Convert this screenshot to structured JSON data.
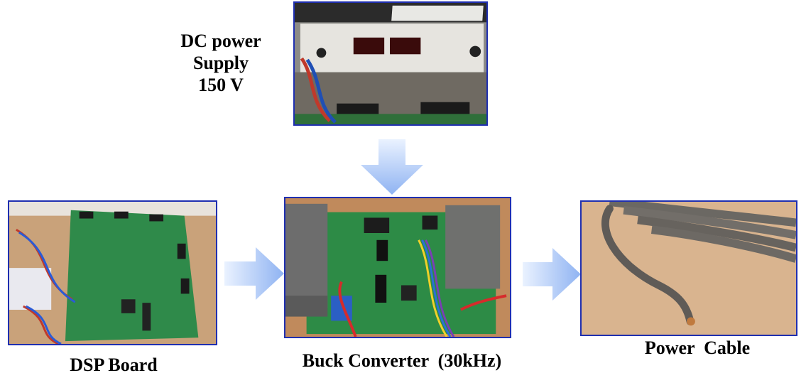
{
  "nodes": {
    "dc_supply": {
      "label": "DC  power\nSupply\n150 V"
    },
    "dsp_board": {
      "label": "DSP Board"
    },
    "buck_converter": {
      "label": "Buck Converter  (30kHz)"
    },
    "power_cable": {
      "label": "Power  Cable"
    }
  },
  "colors": {
    "frame": "#1f2fb0",
    "arrow_light": "#e6f0ff",
    "arrow_dark": "#9cbcf5"
  }
}
